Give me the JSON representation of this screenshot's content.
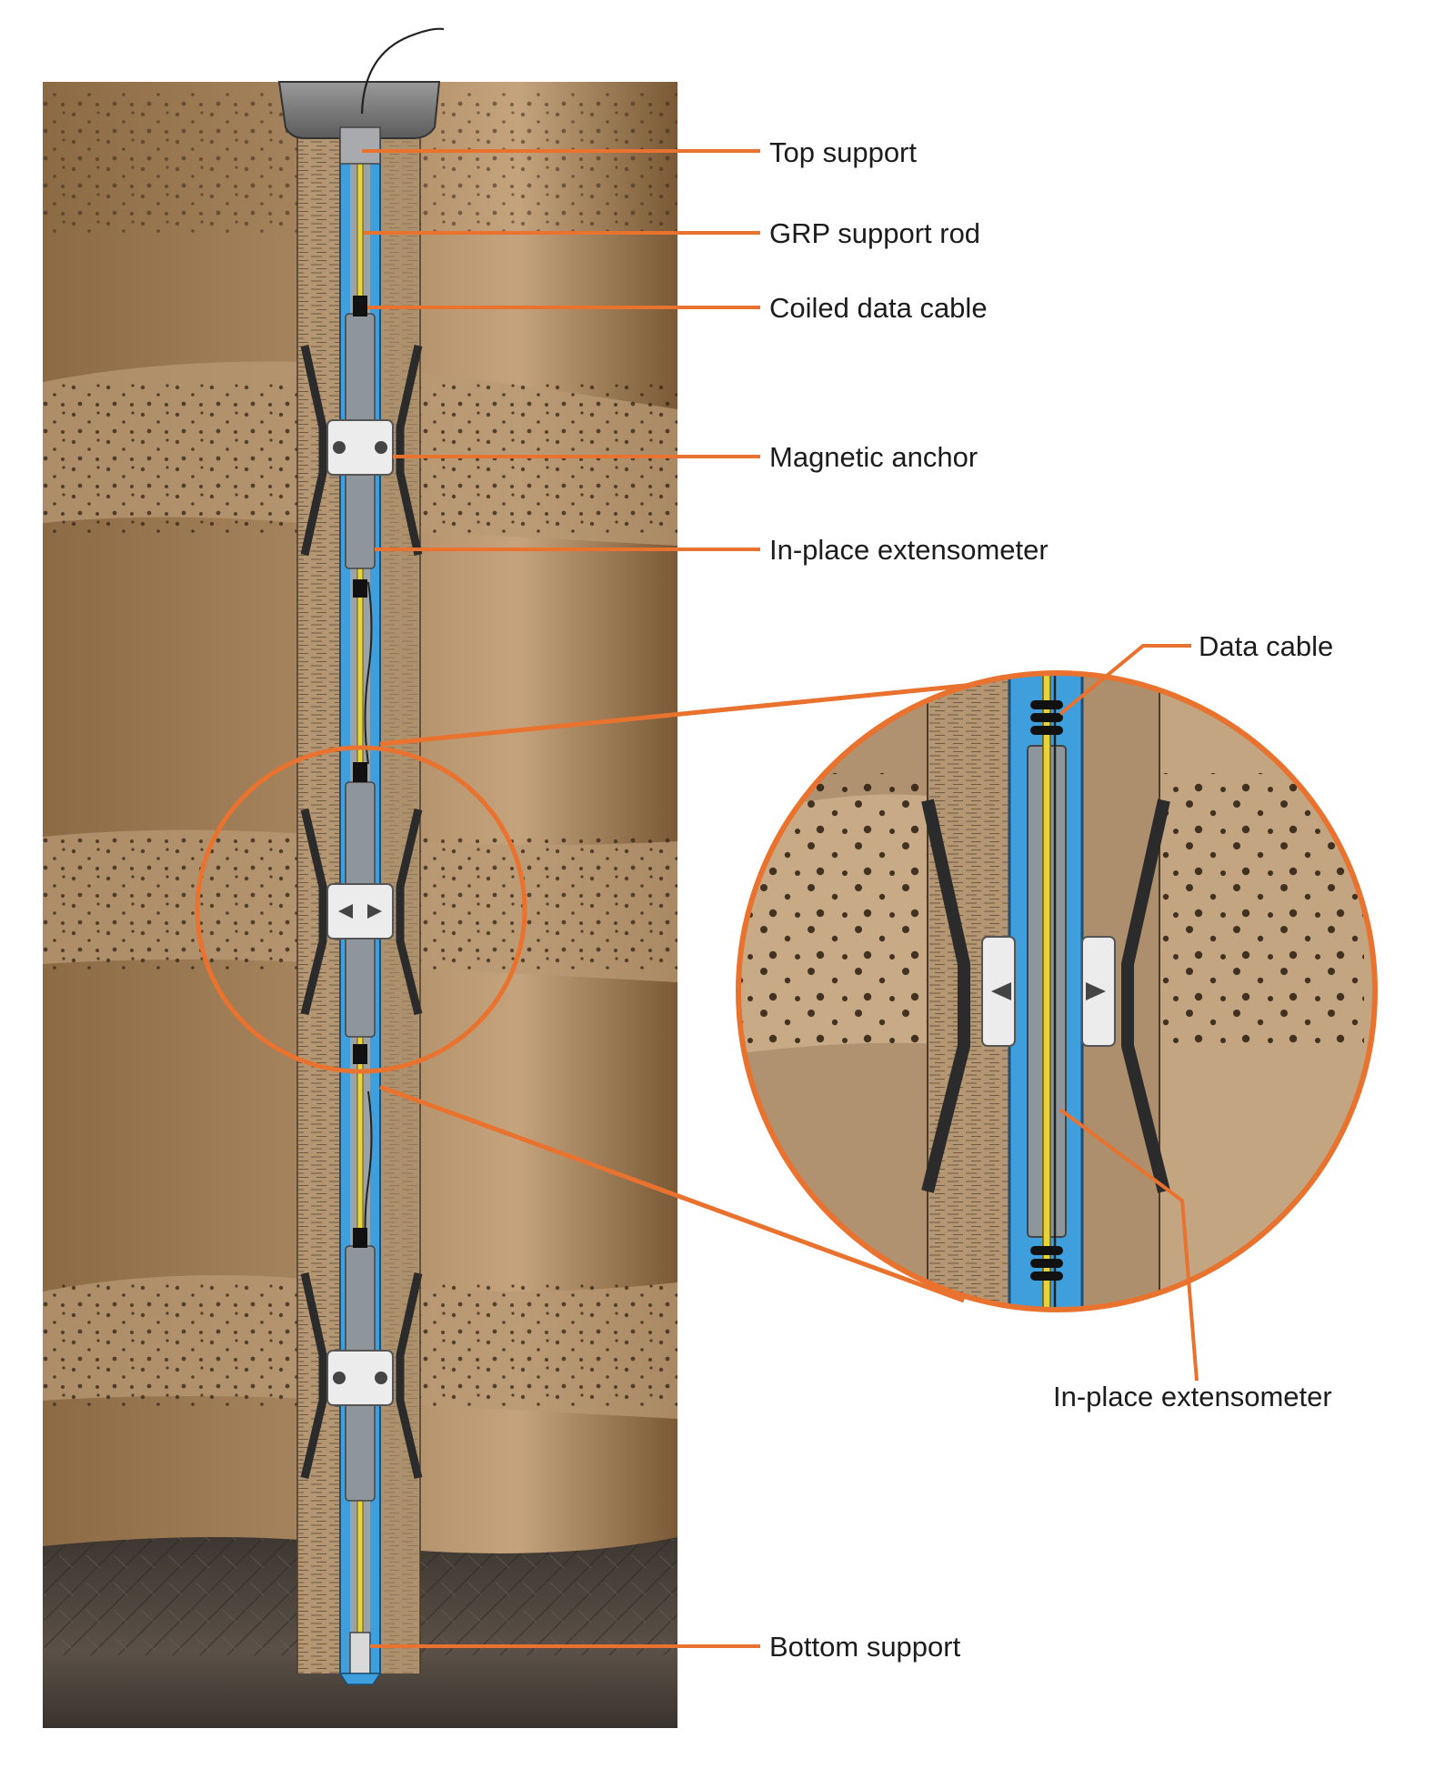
{
  "labels": {
    "top_support": "Top support",
    "grp_support_rod": "GRP support rod",
    "coiled_data_cable": "Coiled data cable",
    "magnetic_anchor": "Magnetic anchor",
    "in_place_extensometer": "In-place extensometer",
    "data_cable": "Data cable",
    "in_place_extensometer_detail": "In-place extensometer",
    "bottom_support": "Bottom support"
  },
  "colors": {
    "leader": "#e9722e",
    "soil": "#9c7a52",
    "soil_light": "#c9ab85",
    "bedrock": "#4a4038",
    "casing": "#3f9fdd",
    "rod": "#e8d43a",
    "anchor_leg": "#3b3b3b"
  }
}
